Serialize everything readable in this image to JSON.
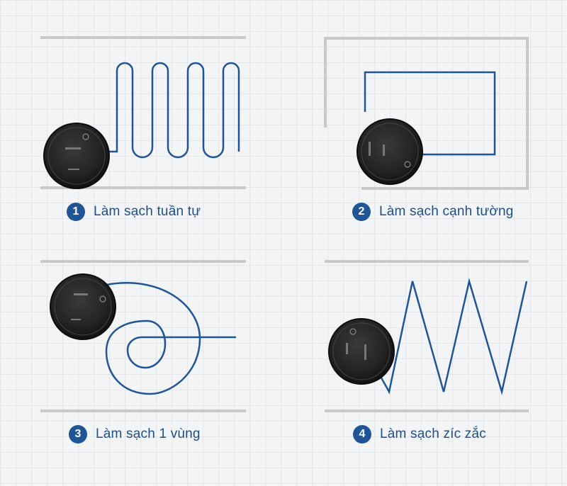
{
  "panels": [
    {
      "number": "1",
      "label": "Làm sạch tuần tự",
      "icon": "sequential-path"
    },
    {
      "number": "2",
      "label": "Làm sạch cạnh tường",
      "icon": "wall-edge-path"
    },
    {
      "number": "3",
      "label": "Làm sạch 1 vùng",
      "icon": "spiral-spot-path"
    },
    {
      "number": "4",
      "label": "Làm sạch zíc zắc",
      "icon": "zigzag-path"
    }
  ],
  "colors": {
    "path": "#1f5597",
    "badge": "#1f5597",
    "label": "#1f4e85",
    "wall": "#c9c9c9",
    "robot": "#262626"
  }
}
